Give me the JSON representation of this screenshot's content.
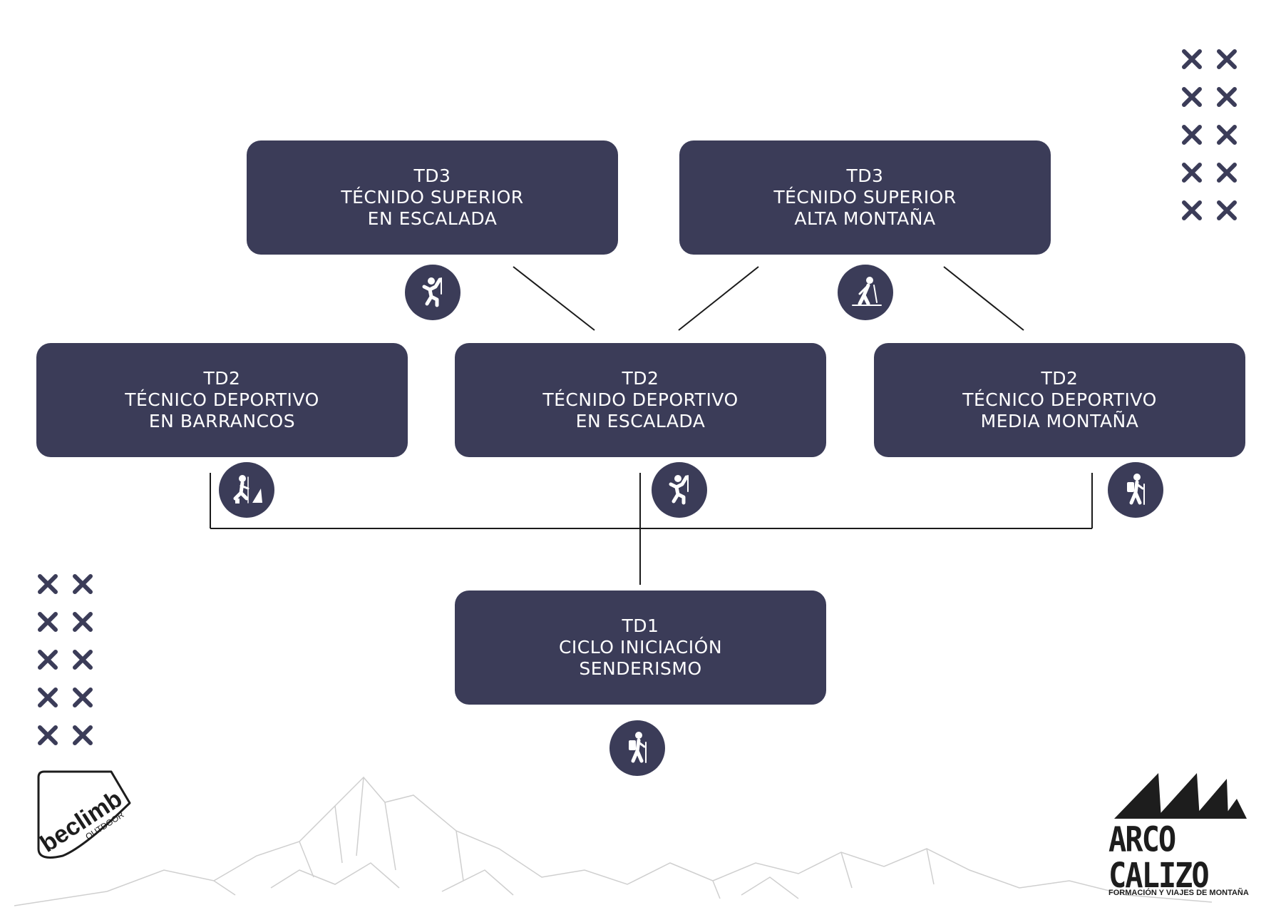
{
  "theme": {
    "box_color": "#3b3c58",
    "line_color": "#1a1a1a",
    "x_color": "#3b3c58"
  },
  "boxes": {
    "td3_escalada": {
      "line1": "TD3",
      "line2": "TÉCNIDO SUPERIOR",
      "line3": "EN ESCALADA",
      "icon": "climber-icon"
    },
    "td3_alta": {
      "line1": "TD3",
      "line2": "TÉCNIDO SUPERIOR",
      "line3": "ALTA MONTAÑA",
      "icon": "ski-touring-icon"
    },
    "td2_barrancos": {
      "line1": "TD2",
      "line2": "TÉCNICO DEPORTIVO",
      "line3": "EN BARRANCOS",
      "icon": "canyoning-icon"
    },
    "td2_escalada": {
      "line1": "TD2",
      "line2": "TÉCNIDO DEPORTIVO",
      "line3": "EN ESCALADA",
      "icon": "climber-icon"
    },
    "td2_media": {
      "line1": "TD2",
      "line2": "TÉCNICO DEPORTIVO",
      "line3": "MEDIA MONTAÑA",
      "icon": "hiker-icon"
    },
    "td1": {
      "line1": "TD1",
      "line2": "CICLO INICIACIÓN",
      "line3": "SENDERISMO",
      "icon": "hiker-icon"
    }
  },
  "logos": {
    "beclimb": {
      "name": "beclimb",
      "sub": "OUTDOOR"
    },
    "arco": {
      "title": "ARCO CALIZO",
      "subtitle": "FORMACIÓN Y VIAJES DE MONTAÑA"
    }
  }
}
